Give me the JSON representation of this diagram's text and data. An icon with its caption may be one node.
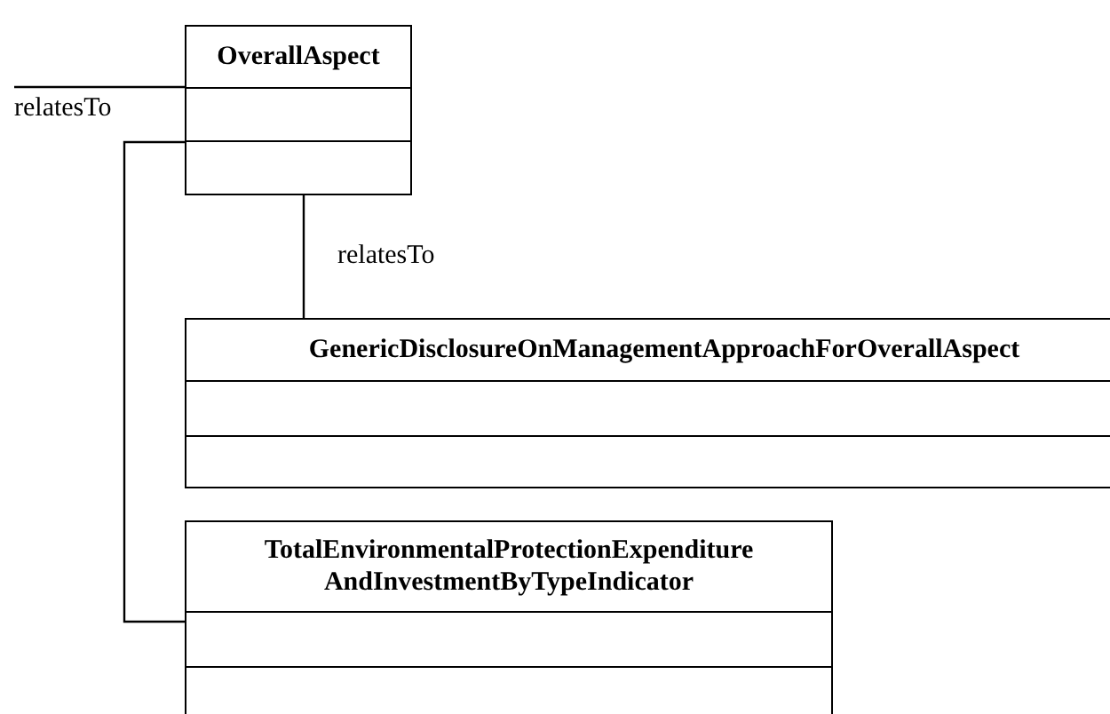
{
  "diagram": {
    "nodes": [
      {
        "text": [
          "OverallAspect"
        ]
      },
      {
        "text": [
          "GenericDisclosureOnManagementApproachForOverallAspect"
        ]
      },
      {
        "text": [
          "TotalEnvironmentalProtectionExpenditure AndInvestmentByTypeIndicator"
        ]
      }
    ],
    "edges": [
      {
        "from": null,
        "to": 0,
        "arrow": "none",
        "label": "relatesTo"
      },
      {
        "from": 0,
        "to": 1,
        "arrow": "none",
        "label": "relatesTo"
      },
      {
        "from": 0,
        "to": 2,
        "arrow": "none"
      }
    ]
  }
}
